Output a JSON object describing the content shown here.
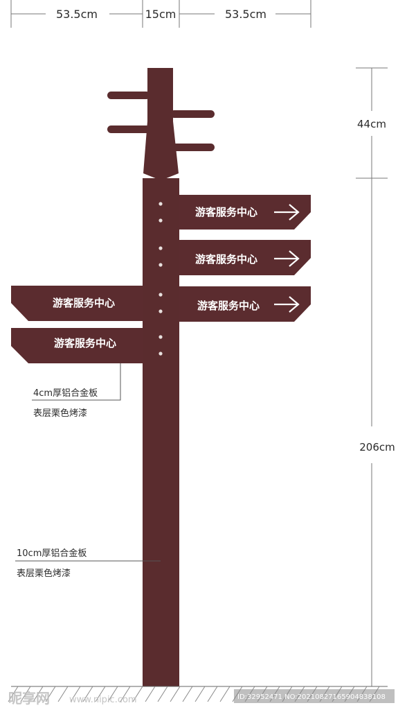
{
  "dimensions": {
    "width_left": "53.5cm",
    "width_pole": "15cm",
    "width_right": "53.5cm",
    "height_top": "44cm",
    "height_pole": "206cm"
  },
  "signs": {
    "right": [
      {
        "label": "游客服务中心"
      },
      {
        "label": "游客服务中心"
      },
      {
        "label": "游客服务中心"
      }
    ],
    "left": [
      {
        "label": "游客服务中心"
      },
      {
        "label": "游客服务中心"
      }
    ]
  },
  "annotations": {
    "sign_material_line1": "4cm厚铝合金板",
    "sign_material_line2": "表层栗色烤漆",
    "pole_material_line1": "10cm厚铝合金板",
    "pole_material_line2": "表层栗色烤漆"
  },
  "watermark": {
    "logo": "昵享网",
    "site": "www.nipic.com",
    "id_text": "ID:32952471 NO:20210827165904838108"
  },
  "colors": {
    "pole": "#5a2c2e",
    "sign": "#5b2c2f",
    "text": "#ffffff",
    "line": "#555555"
  }
}
